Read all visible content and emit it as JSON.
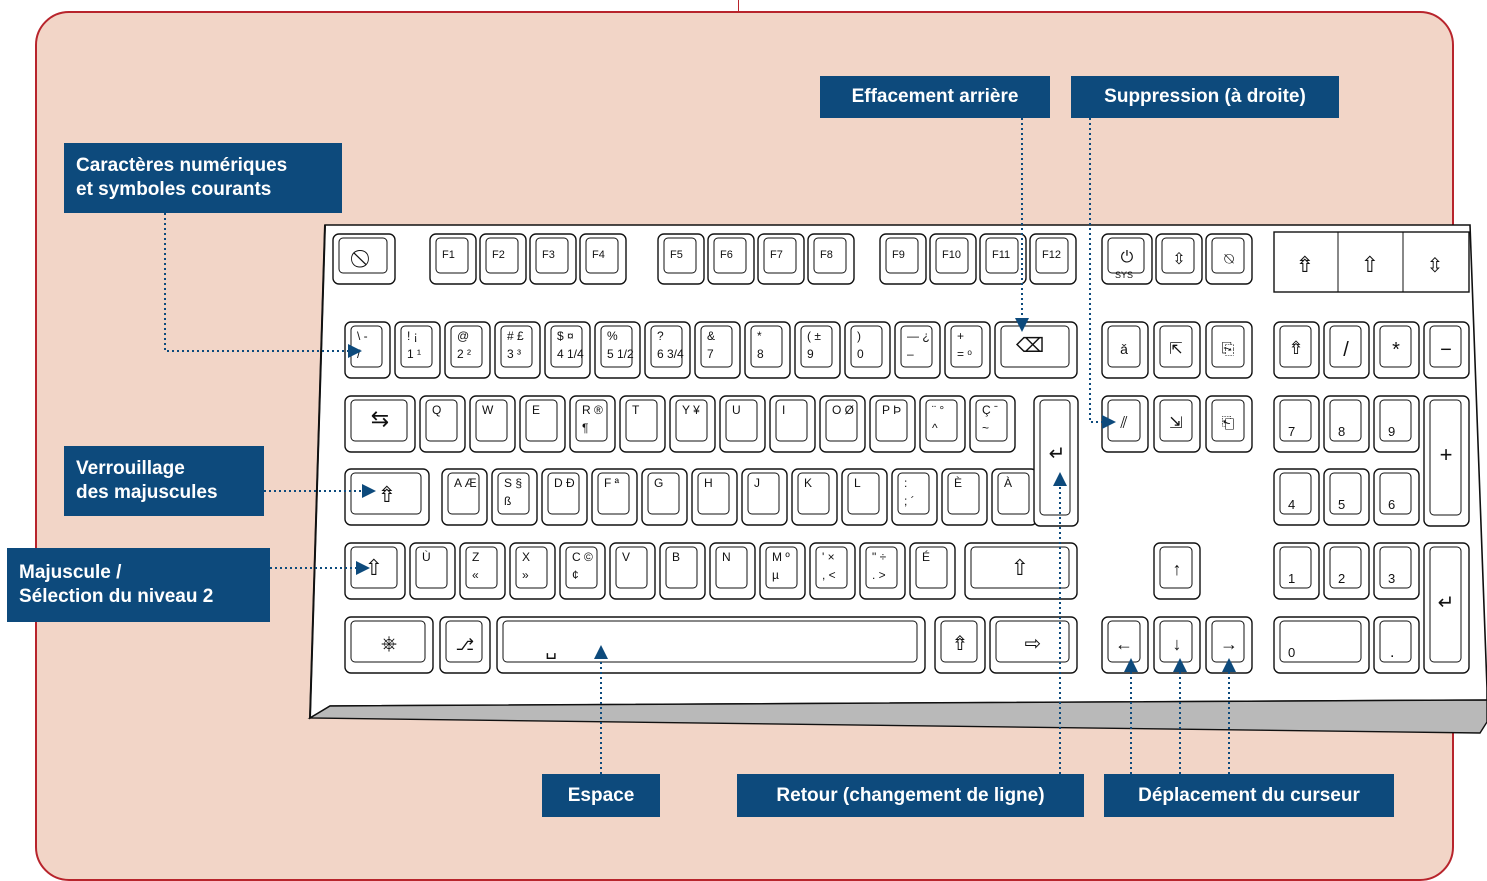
{
  "labels": {
    "numeric_symbols": [
      "Caractères numériques",
      "et symboles courants"
    ],
    "backspace": "Effacement arrière",
    "delete": "Suppression (à droite)",
    "caps_lock": [
      "Verrouillage",
      "des majuscules"
    ],
    "shift": [
      "Majuscule /",
      "Sélection du niveau 2"
    ],
    "space": "Espace",
    "return": "Retour (changement de ligne)",
    "cursor": "Déplacement du curseur"
  },
  "keys": {
    "function_keys": [
      "F1",
      "F2",
      "F3",
      "F4",
      "F5",
      "F6",
      "F7",
      "F8",
      "F9",
      "F10",
      "F11",
      "F12"
    ],
    "sys": "SYS",
    "number_row": [
      {
        "top": "\\ -",
        "bottom": "/"
      },
      {
        "top": "! ¡",
        "bottom": "1 ¹"
      },
      {
        "top": "@",
        "bottom": "2 ²"
      },
      {
        "top": "# £",
        "bottom": "3 ³"
      },
      {
        "top": "$ ¤",
        "bottom": "4 1/4"
      },
      {
        "top": "%",
        "bottom": "5 1/2"
      },
      {
        "top": "?",
        "bottom": "6 3/4"
      },
      {
        "top": "&",
        "bottom": "7"
      },
      {
        "top": "*",
        "bottom": "8"
      },
      {
        "top": "( ±",
        "bottom": "9"
      },
      {
        "top": ")",
        "bottom": "0"
      },
      {
        "top": "— ¿",
        "bottom": "–"
      },
      {
        "top": "+",
        "bottom": "= ᵒ"
      }
    ],
    "row_q": [
      {
        "top": "Q",
        "bottom": ""
      },
      {
        "top": "W",
        "bottom": ""
      },
      {
        "top": "E",
        "bottom": ""
      },
      {
        "top": "R ®",
        "bottom": "¶"
      },
      {
        "top": "T",
        "bottom": ""
      },
      {
        "top": "Y ¥",
        "bottom": ""
      },
      {
        "top": "U",
        "bottom": ""
      },
      {
        "top": "I",
        "bottom": ""
      },
      {
        "top": "O Ø",
        "bottom": ""
      },
      {
        "top": "P Þ",
        "bottom": ""
      },
      {
        "top": "¨ °",
        "bottom": "^"
      },
      {
        "top": "Ç ˉ",
        "bottom": "~"
      }
    ],
    "row_a": [
      {
        "top": "A Æ",
        "bottom": ""
      },
      {
        "top": "S §",
        "bottom": "ß"
      },
      {
        "top": "D Ð",
        "bottom": ""
      },
      {
        "top": "F ª",
        "bottom": ""
      },
      {
        "top": "G",
        "bottom": ""
      },
      {
        "top": "H",
        "bottom": ""
      },
      {
        "top": "J",
        "bottom": ""
      },
      {
        "top": "K",
        "bottom": ""
      },
      {
        "top": "L",
        "bottom": ""
      },
      {
        "top": ":",
        "bottom": "; ´"
      },
      {
        "top": "È",
        "bottom": ""
      },
      {
        "top": "À",
        "bottom": ""
      }
    ],
    "row_z": [
      {
        "top": "Ù",
        "bottom": ""
      },
      {
        "top": "Z",
        "bottom": "«"
      },
      {
        "top": "X",
        "bottom": "»"
      },
      {
        "top": "C ©",
        "bottom": "¢"
      },
      {
        "top": "V",
        "bottom": ""
      },
      {
        "top": "B",
        "bottom": ""
      },
      {
        "top": "N",
        "bottom": ""
      },
      {
        "top": "M º",
        "bottom": "µ"
      },
      {
        "top": "' ×",
        "bottom": ", <"
      },
      {
        "top": "\" ÷",
        "bottom": ". >"
      },
      {
        "top": "É",
        "bottom": ""
      }
    ],
    "numpad_ops": [
      "/",
      "*",
      "−",
      "+"
    ],
    "numpad_digits": [
      "7",
      "8",
      "9",
      "4",
      "5",
      "6",
      "1",
      "2",
      "3",
      "0",
      "."
    ]
  },
  "colors": {
    "panel": "#f2d5c7",
    "border": "#b8242c",
    "label_bg": "#0d4a7c",
    "label_text": "#ffffff",
    "leader": "#0d4a7c"
  }
}
